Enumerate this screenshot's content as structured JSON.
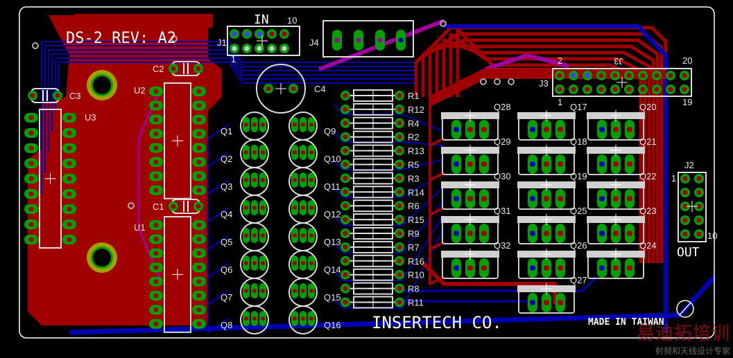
{
  "board": {
    "title": "DS-2 REV: A2",
    "company": "INSERTECH CO.",
    "origin": "MADE IN TAIWAN",
    "input_label": "IN",
    "output_label": "OUT"
  },
  "connectors": {
    "j1": {
      "name": "J1",
      "pin_first": "1",
      "pin_last": "10"
    },
    "j2": {
      "name": "J2",
      "pin_first": "1",
      "pin_last": "10"
    },
    "j3": {
      "name": "J3",
      "pin_first": "1",
      "pin_2": "2",
      "pin_19": "19",
      "pin_20": "20",
      "mirror_name": "J3"
    },
    "j4": {
      "name": "J4"
    }
  },
  "ics": [
    "U3",
    "U2",
    "U1"
  ],
  "capacitors": [
    "C3",
    "C2",
    "C1",
    "C4"
  ],
  "small_transistors_left": [
    "Q1",
    "Q2",
    "Q3",
    "Q4",
    "Q5",
    "Q6",
    "Q7",
    "Q8"
  ],
  "small_transistors_right": [
    "Q9",
    "Q10",
    "Q11",
    "Q12",
    "Q13",
    "Q14",
    "Q15",
    "Q16"
  ],
  "resistors": [
    "R1",
    "R12",
    "R4",
    "R2",
    "R13",
    "R5",
    "R3",
    "R14",
    "R6",
    "R15",
    "R9",
    "R7",
    "R16",
    "R10",
    "R8",
    "R11"
  ],
  "power_transistors": {
    "col1": [
      "Q28",
      "Q29",
      "Q30",
      "Q31",
      "Q32"
    ],
    "col2": [
      "Q17",
      "Q18",
      "Q19",
      "Q25",
      "Q26",
      "Q27"
    ],
    "col3": [
      "Q20",
      "Q21",
      "Q22",
      "Q23",
      "Q24"
    ]
  },
  "watermark": {
    "line1": "易迪拓培训",
    "line2": "射频和天线设计专家"
  },
  "colors": {
    "top": "#a00000",
    "bottom": "#0000b4",
    "overlap": "#a000a0",
    "pad": "#00a000",
    "silk": "#ffffff",
    "board": "#000000"
  }
}
